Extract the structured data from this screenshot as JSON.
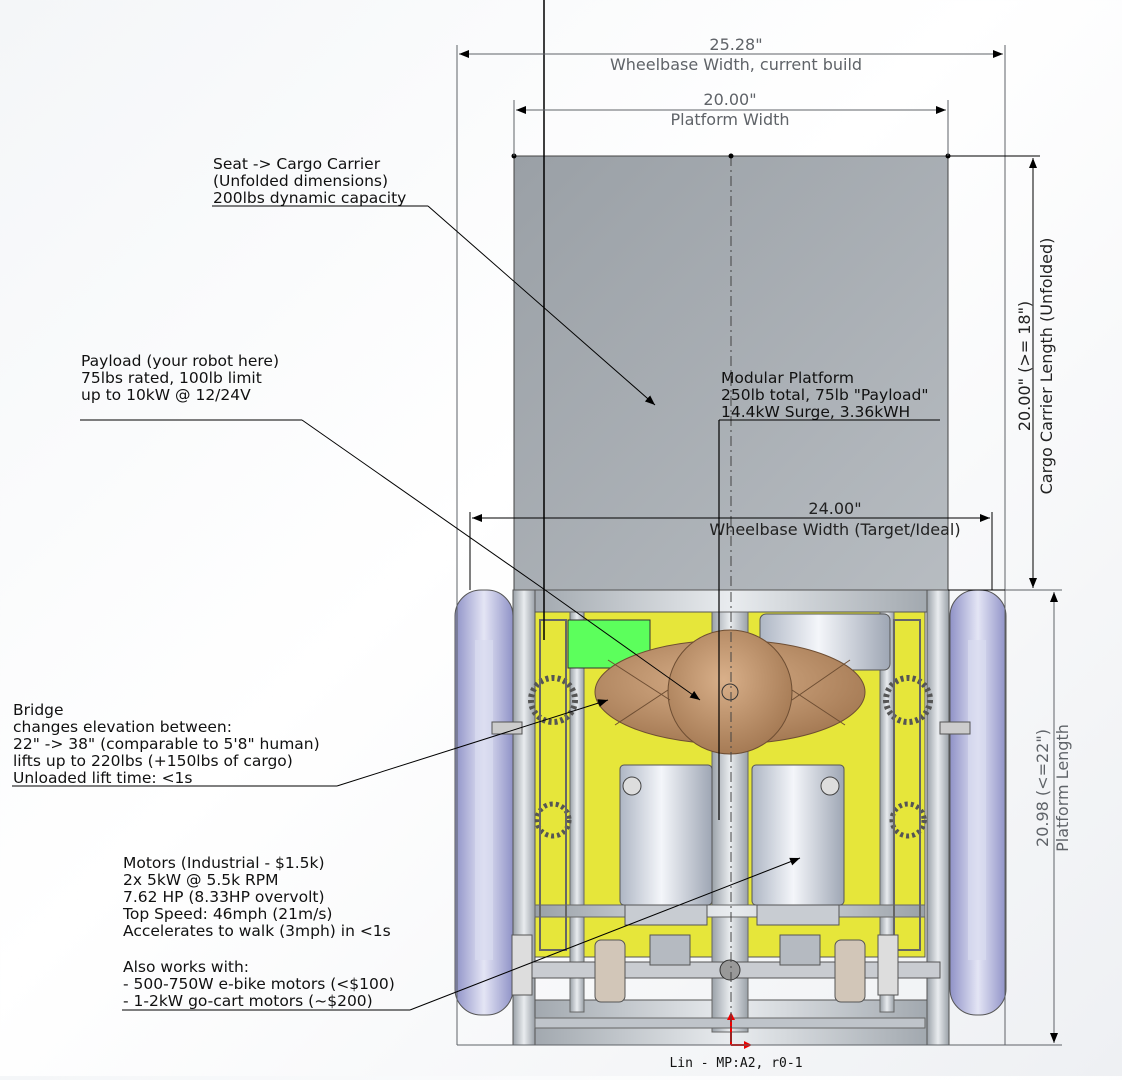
{
  "dimensions": {
    "wheelbase_current": {
      "value": "25.28\"",
      "label": "Wheelbase Width, current build"
    },
    "platform_width": {
      "value": "20.00\"",
      "label": "Platform Width"
    },
    "wheelbase_target": {
      "value": "24.00\"",
      "label": "Wheelbase Width (Target/Ideal)"
    },
    "cargo_length": {
      "value": "20.00\" (>= 18\")",
      "label": "Cargo Carrier Length (Unfolded)"
    },
    "platform_length": {
      "value": "20.98 (<=22\")",
      "label": "Platform Length"
    }
  },
  "callouts": {
    "seat": [
      "Seat -> Cargo Carrier",
      "(Unfolded dimensions)",
      "200lbs dynamic capacity"
    ],
    "payload": [
      "Payload (your robot here)",
      "75lbs rated, 100lb limit",
      "up to 10kW @ 12/24V"
    ],
    "modular": [
      "Modular Platform",
      "250lb total, 75lb \"Payload\"",
      "14.4kW Surge, 3.36kWH"
    ],
    "bridge": [
      "Bridge",
      "changes elevation between:",
      "22\" -> 38\" (comparable to 5'8\" human)",
      "lifts up to 220lbs (+150lbs of cargo)",
      "Unloaded lift time: <1s"
    ],
    "motors": [
      "Motors (Industrial - $1.5k)",
      "2x 5kW @ 5.5k RPM",
      "7.62 HP (8.33HP overvolt)",
      "Top Speed: 46mph (21m/s)",
      "Accelerates to walk (3mph) in <1s",
      "",
      "Also works with:",
      " - 500-750W e-bike motors (<$100)",
      "- 1-2kW go-cart motors (~$200)"
    ]
  },
  "footer_label": "Lin - MP:A2, r0-1",
  "colors": {
    "cargo_plate": "#a7adb3",
    "frame": "#cfd4da",
    "baseplate": "#e6e63a",
    "wheel": "#c9cbe6",
    "motor": "#d8dde6",
    "bridge_dome": "#c79b73",
    "green_block": "#5cff5c",
    "dim_line": "#5f6368"
  }
}
